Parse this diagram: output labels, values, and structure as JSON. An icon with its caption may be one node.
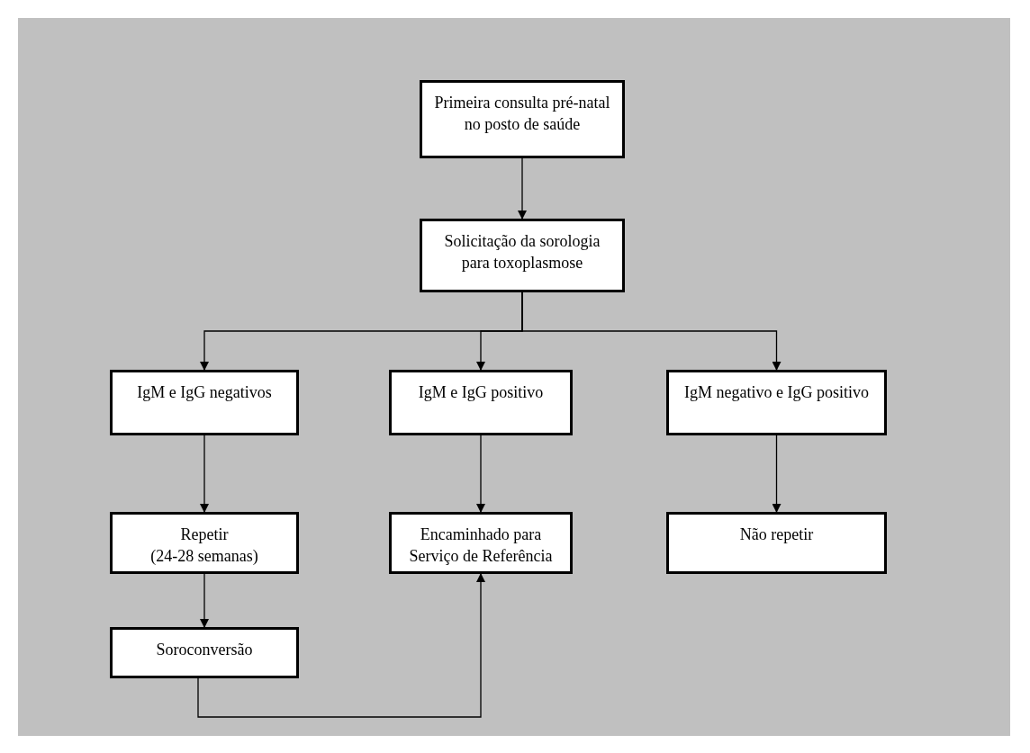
{
  "diagram": {
    "nodes": [
      {
        "text": [
          "Primeira consulta pré-natal no posto de saúde"
        ]
      },
      {
        "text": [
          "Solicitação da sorologia para toxoplasmose"
        ]
      },
      {
        "text": [
          "IgM e IgG negativos"
        ]
      },
      {
        "text": [
          "IgM e IgG positivo"
        ]
      },
      {
        "text": [
          "IgM negativo e IgG positivo"
        ]
      },
      {
        "text": [
          "Repetir",
          "(24-28 semanas)"
        ]
      },
      {
        "text": [
          "Encaminhado para Serviço de Referência"
        ]
      },
      {
        "text": [
          "Não repetir"
        ]
      },
      {
        "text": [
          "Soroconversão"
        ]
      }
    ],
    "edges": [
      {
        "from": 0,
        "to": 1,
        "arrow": "to"
      },
      {
        "from": 1,
        "to": 2,
        "arrow": "to"
      },
      {
        "from": 1,
        "to": 3,
        "arrow": "to"
      },
      {
        "from": 1,
        "to": 4,
        "arrow": "to"
      },
      {
        "from": 2,
        "to": 5,
        "arrow": "to"
      },
      {
        "from": 3,
        "to": 6,
        "arrow": "to"
      },
      {
        "from": 4,
        "to": 7,
        "arrow": "to"
      },
      {
        "from": 5,
        "to": 8,
        "arrow": "to"
      },
      {
        "from": 8,
        "to": 6,
        "arrow": "to"
      }
    ]
  }
}
